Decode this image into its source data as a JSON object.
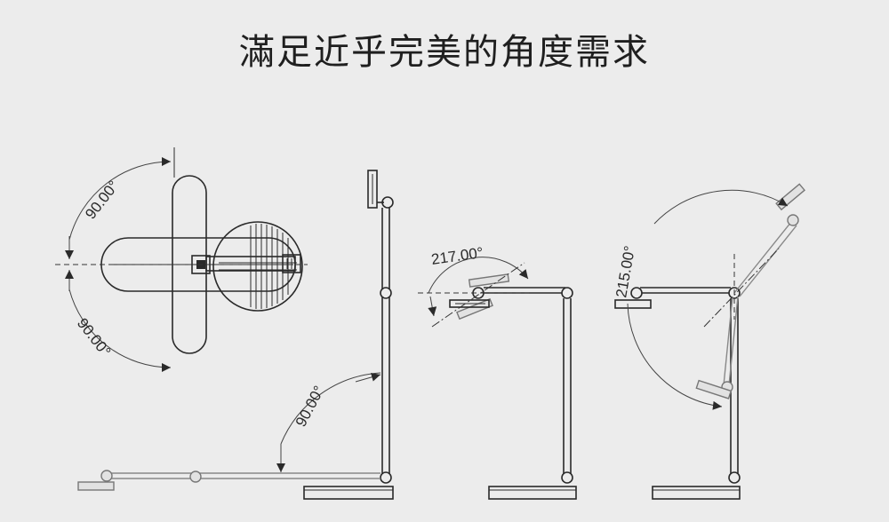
{
  "title": "滿足近乎完美的角度需求",
  "angles": {
    "top_view_upper": "90.00°",
    "top_view_lower": "90.00°",
    "side_view": "90.00°",
    "head_tilt": "217.00°",
    "arm_rotation": "215.00°"
  },
  "colors": {
    "background": "#ececec",
    "line": "#2a2a2a",
    "ghost": "#888888"
  }
}
